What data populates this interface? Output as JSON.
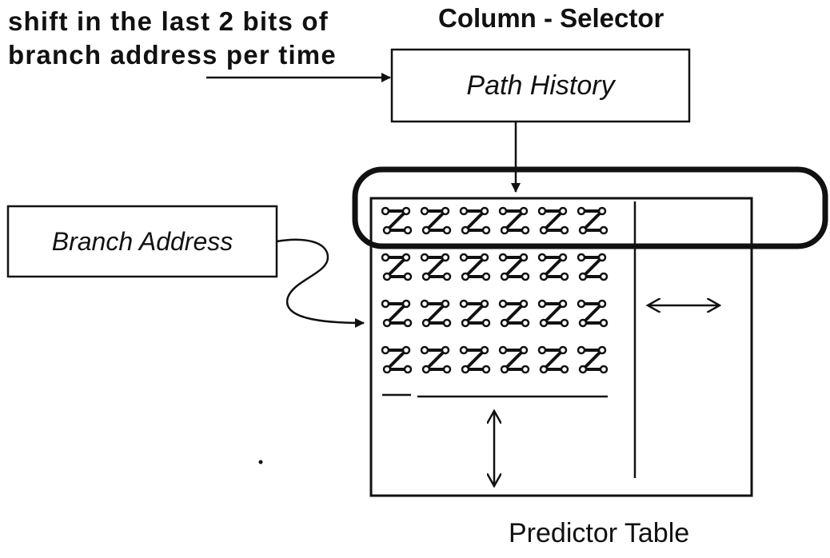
{
  "labels": {
    "shift_line1": "shift in the last 2 bits of",
    "shift_line2": "branch address per time",
    "column_selector": "Column - Selector",
    "path_history": "Path History",
    "branch_address": "Branch Address",
    "predictor_table": "Predictor Table"
  },
  "table": {
    "rows": 4,
    "cols": 6
  },
  "colors": {
    "ink": "#111111",
    "background": "#ffffff"
  }
}
